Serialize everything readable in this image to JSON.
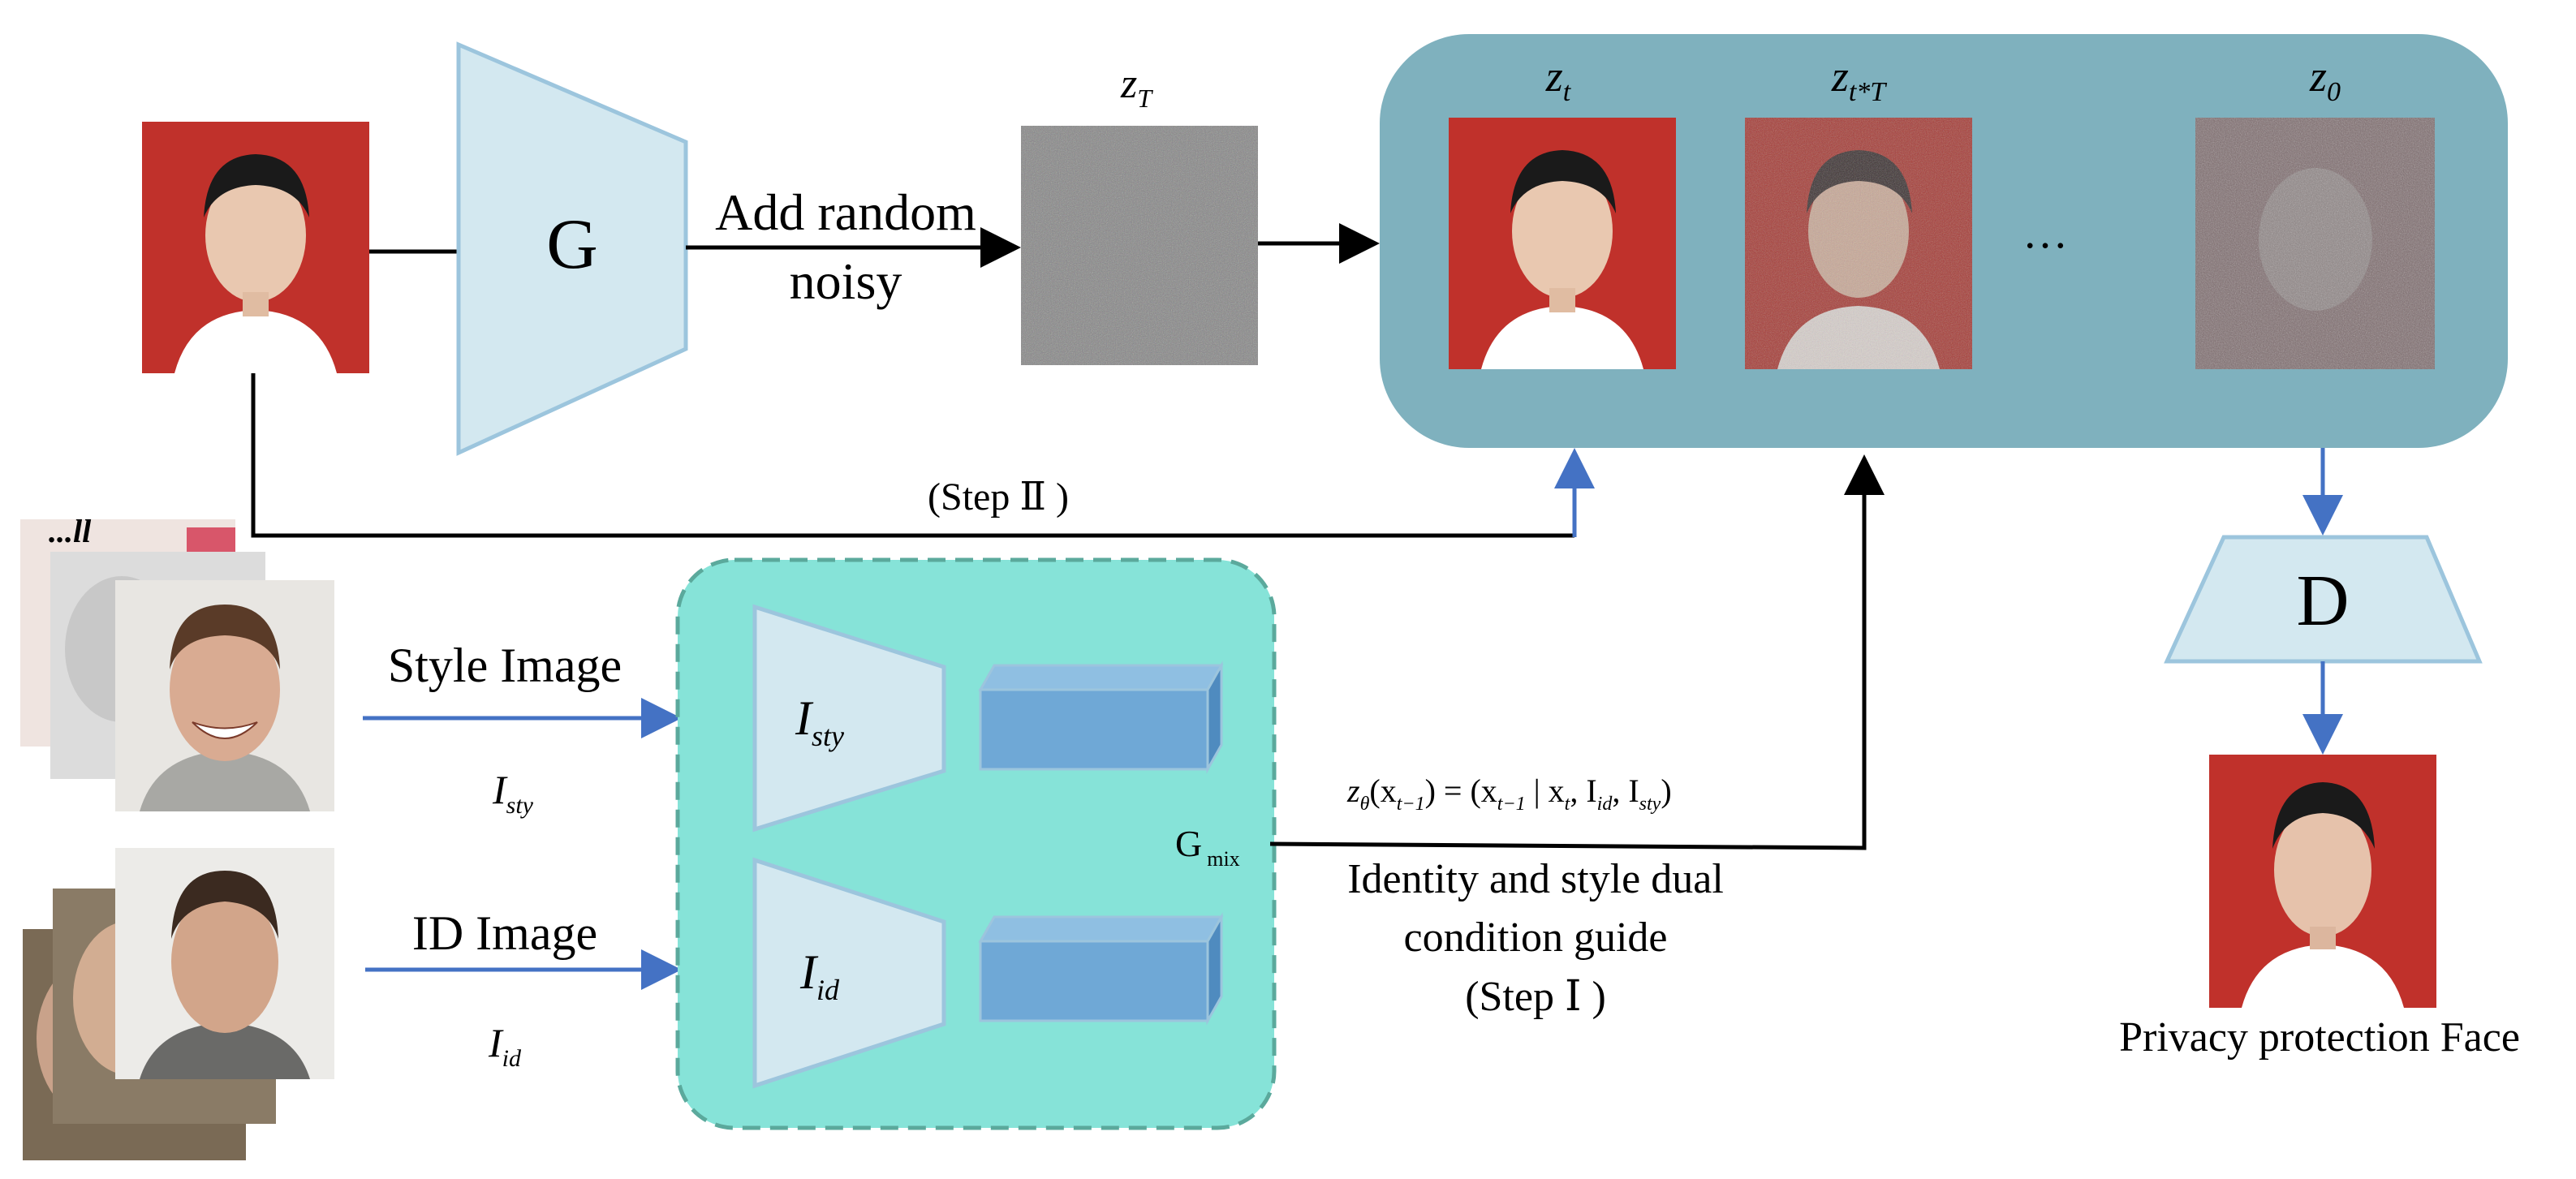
{
  "encoder": {
    "label": "G"
  },
  "noise_step": {
    "label_line1": "Add random",
    "label_line2": "noisy"
  },
  "latent": {
    "zT": "z",
    "zT_sub": "T"
  },
  "diffusion_panel": {
    "zt": "z",
    "zt_sub": "t",
    "ztT": "z",
    "ztT_sub": "t*T",
    "ellipsis": "…",
    "z0": "z",
    "z0_sub": "0"
  },
  "step2": {
    "label": "(Step Ⅱ )"
  },
  "style_input": {
    "label": "Style Image",
    "symbol": "I",
    "symbol_sub": "sty"
  },
  "id_input": {
    "label": "ID Image",
    "symbol": "I",
    "symbol_sub": "id"
  },
  "mixer": {
    "style_encoder": "I",
    "style_encoder_sub": "sty",
    "id_encoder": "I",
    "id_encoder_sub": "id",
    "gmix": "G",
    "gmix_sub": "mix"
  },
  "guide": {
    "formula_lhs_z": "z",
    "formula_lhs_theta": "θ",
    "formula_lhs_arg": "(x",
    "formula_lhs_arg_sub": "t−1",
    "formula_eq": ") = (x",
    "formula_rhs_sub1": "t−1",
    "formula_mid": " | x",
    "formula_rhs_sub2": "t",
    "formula_i1": ", I",
    "formula_i1_sub": "id",
    "formula_i2": ", I",
    "formula_i2_sub": "sty",
    "formula_end": ")",
    "line1": "Identity and style dual",
    "line2": "condition guide",
    "line3": "(Step Ⅰ )"
  },
  "decoder": {
    "label": "D"
  },
  "output": {
    "caption": "Privacy protection Face"
  },
  "colors": {
    "panel_bg": "#7fb1be",
    "mixer_bg": "#86e3d8",
    "encoder_fill": "#d3e8f0",
    "encoder_stroke": "#9cc5dd",
    "arrow_blue": "#4472c4",
    "feature_block": "#6fa8d6",
    "photo_red": "#c0312b"
  }
}
